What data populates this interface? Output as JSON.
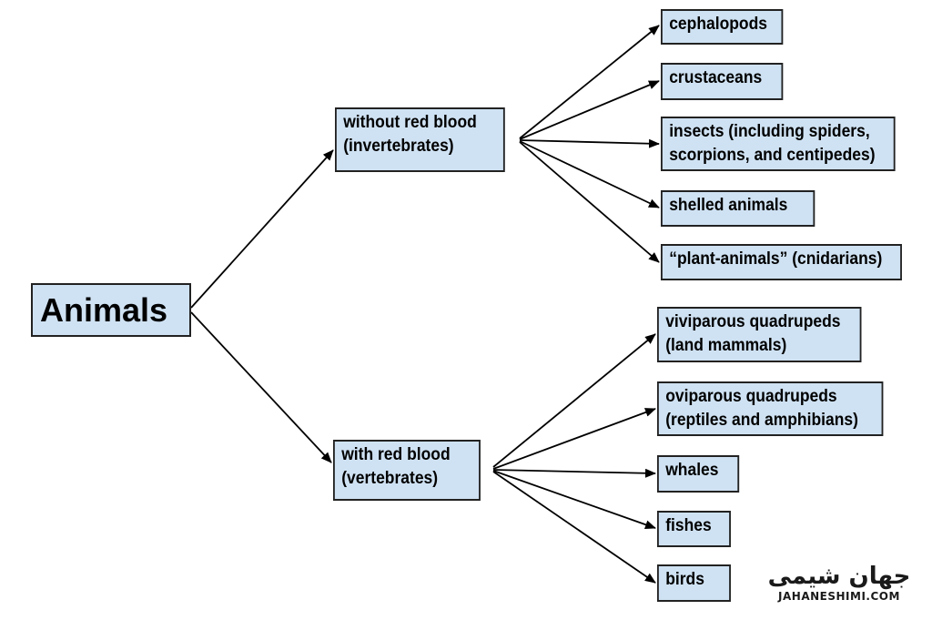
{
  "root": {
    "label": "Animals"
  },
  "groups": [
    {
      "lines": [
        "without red blood",
        "(invertebrates)"
      ],
      "children": [
        {
          "lines": [
            "cephalopods"
          ]
        },
        {
          "lines": [
            "crustaceans"
          ]
        },
        {
          "lines": [
            "insects (including spiders,",
            "scorpions, and centipedes)"
          ]
        },
        {
          "lines": [
            "shelled animals"
          ]
        },
        {
          "lines": [
            "“plant-animals” (cnidarians)"
          ]
        }
      ]
    },
    {
      "lines": [
        "with red blood",
        "(vertebrates)"
      ],
      "children": [
        {
          "lines": [
            "viviparous quadrupeds",
            "(land mammals)"
          ]
        },
        {
          "lines": [
            "oviparous quadrupeds",
            "(reptiles and amphibians)"
          ]
        },
        {
          "lines": [
            "whales"
          ]
        },
        {
          "lines": [
            "fishes"
          ]
        },
        {
          "lines": [
            "birds"
          ]
        }
      ]
    }
  ],
  "watermark": {
    "logo": "جهان شیمی",
    "site": "JAHANESHIMI.COM"
  },
  "colors": {
    "box_fill": "#cfe2f3",
    "box_border": "#222222",
    "arrow": "#000000",
    "watermark_accent": "#e63b2e"
  }
}
